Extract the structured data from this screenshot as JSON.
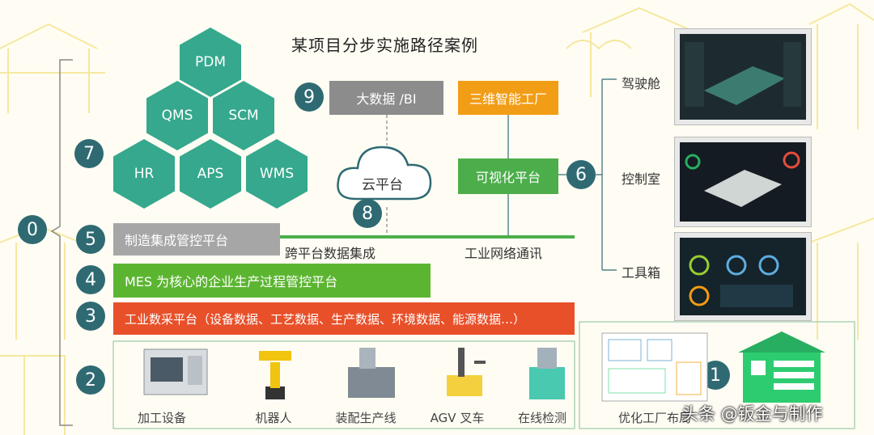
{
  "title": "某项目分步实施路径案例",
  "hexes": [
    "PDM",
    "QMS",
    "SCM",
    "HR",
    "APS",
    "WMS"
  ],
  "steps": {
    "s0": "0",
    "s1": "1",
    "s2": "2",
    "s3": "3",
    "s4": "4",
    "s5": "5",
    "s6": "6",
    "s7": "7",
    "s8": "8",
    "s9": "9"
  },
  "bars": {
    "integration": "制造集成管控平台",
    "mes": "MES 为核心的企业生产过程管控平台",
    "data_collection": "工业数采平台（设备数据、工艺数据、生产数据、环境数据、能源数据…）"
  },
  "boxes": {
    "bigdata": "大数据 /BI",
    "factory3d": "三维智能工厂",
    "visual": "可视化平台",
    "cloud": "云平台"
  },
  "labels": {
    "cross_platform": "跨平台数据集成",
    "network": "工业网络通讯",
    "cockpit": "驾驶舱",
    "control_room": "控制室",
    "toolbox": "工具箱",
    "optimize": "优化工厂布局"
  },
  "equipment": [
    "加工设备",
    "机器人",
    "装配生产线",
    "AGV 叉车",
    "在线检测"
  ],
  "watermark": "头条 @钣金与制作",
  "colors": {
    "teal": "#35a88d",
    "circle": "#2f6a73",
    "gray": "#a6a6a6",
    "green": "#5cb531",
    "orange": "#e8502a",
    "amber": "#f29d16",
    "visual_green": "#4cae4a"
  }
}
